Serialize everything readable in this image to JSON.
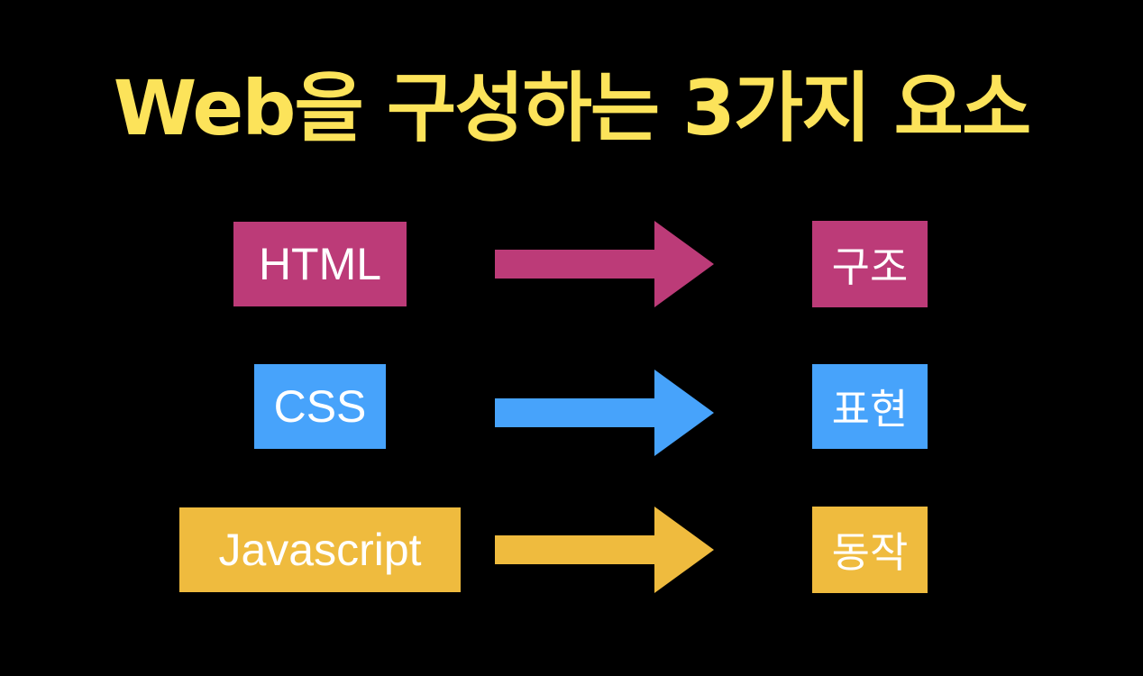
{
  "title": "Web을 구성하는 3가지 요소",
  "rows": [
    {
      "tech": "HTML",
      "role": "구조",
      "color": "#BC3B78"
    },
    {
      "tech": "CSS",
      "role": "표현",
      "color": "#47A3FB"
    },
    {
      "tech": "Javascript",
      "role": "동작",
      "color": "#EFBB3E"
    }
  ]
}
